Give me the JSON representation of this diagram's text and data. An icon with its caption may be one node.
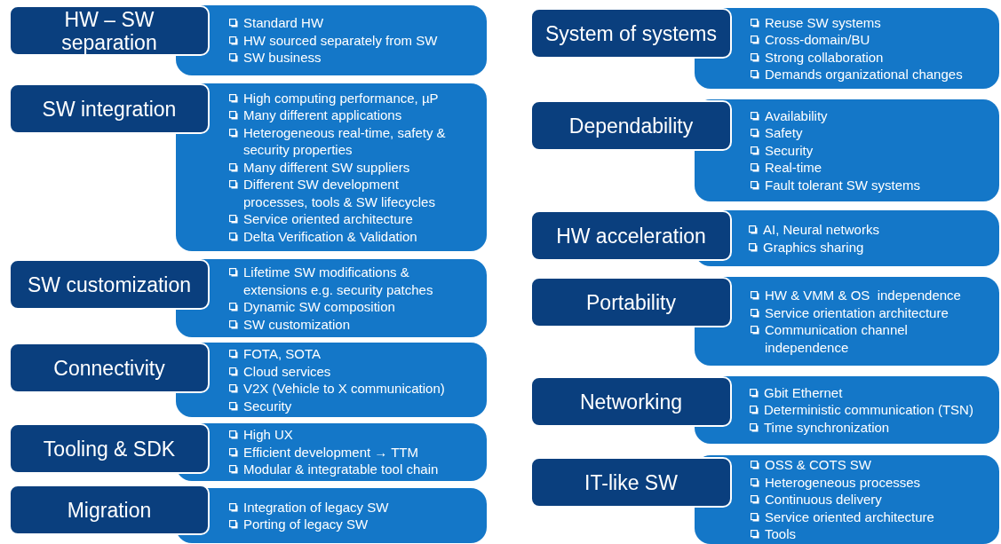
{
  "diagram": {
    "nodes": [
      {
        "text": [
          "HW – SW separation"
        ]
      },
      {
        "text": [
          "Standard HW",
          "HW sourced separately from SW",
          "SW business"
        ]
      },
      {
        "text": [
          "SW integration"
        ]
      },
      {
        "text": [
          "High computing performance, µP",
          "Many different applications",
          "Heterogeneous real-time, safety & security properties",
          "Many different SW suppliers",
          "Different SW development processes, tools & SW lifecycles",
          "Service oriented architecture",
          "Delta Verification & Validation"
        ]
      },
      {
        "text": [
          "SW customization"
        ]
      },
      {
        "text": [
          "Lifetime SW modifications & extensions e.g. security patches",
          "Dynamic SW composition",
          "SW customization"
        ]
      },
      {
        "text": [
          "Connectivity"
        ]
      },
      {
        "text": [
          "FOTA, SOTA",
          "Cloud services",
          "V2X (Vehicle to X communication)",
          "Security"
        ]
      },
      {
        "text": [
          "Tooling & SDK"
        ]
      },
      {
        "text": [
          "High UX",
          "Efficient development → TTM",
          "Modular & integratable tool chain"
        ]
      },
      {
        "text": [
          "Migration"
        ]
      },
      {
        "text": [
          "Integration of legacy SW",
          "Porting of legacy SW"
        ]
      },
      {
        "text": [
          "System of systems"
        ]
      },
      {
        "text": [
          "Reuse SW systems",
          "Cross-domain/BU",
          "Strong collaboration",
          "Demands organizational changes"
        ]
      },
      {
        "text": [
          "Dependability"
        ]
      },
      {
        "text": [
          "Availability",
          "Safety",
          "Security",
          "Real-time",
          "Fault tolerant SW systems"
        ]
      },
      {
        "text": [
          "HW acceleration"
        ]
      },
      {
        "text": [
          "AI, Neural networks",
          "Graphics sharing"
        ]
      },
      {
        "text": [
          "Portability"
        ]
      },
      {
        "text": [
          "HW & VMM & OS  independence",
          "Service orientation architecture",
          "Communication channel independence"
        ]
      },
      {
        "text": [
          "Networking"
        ]
      },
      {
        "text": [
          "Gbit Ethernet",
          "Deterministic communication (TSN)",
          "Time synchronization"
        ]
      },
      {
        "text": [
          "IT-like SW"
        ]
      },
      {
        "text": [
          "OSS & COTS SW",
          "Heterogeneous processes",
          "Continuous delivery",
          "Service oriented architecture",
          "Tools"
        ]
      }
    ]
  }
}
